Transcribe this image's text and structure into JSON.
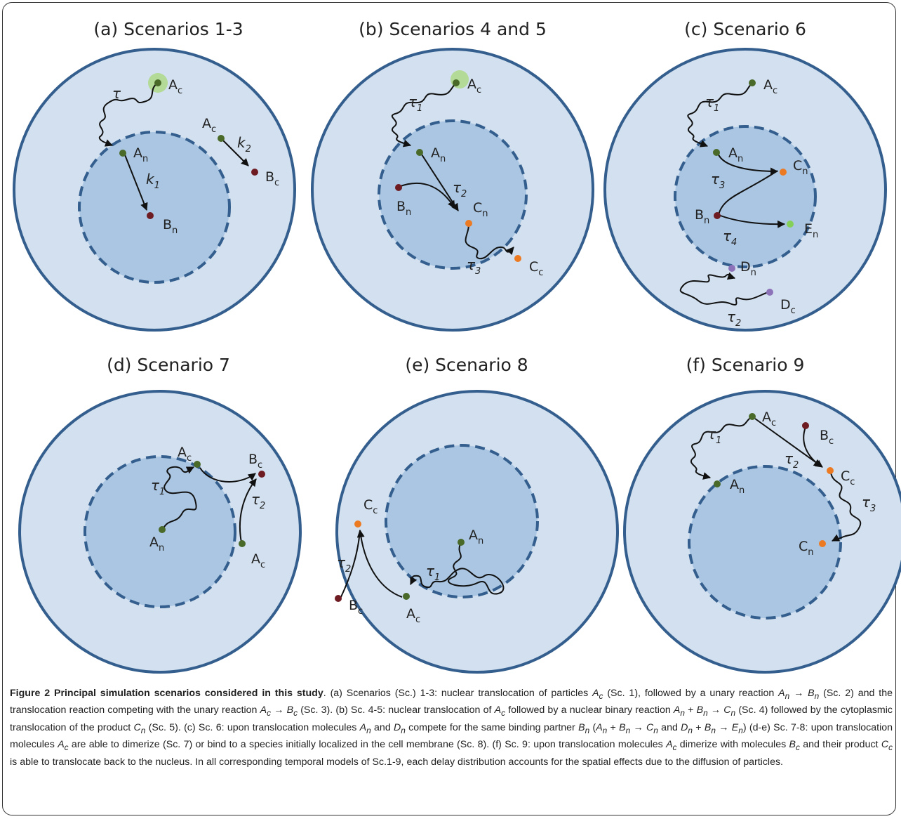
{
  "panels": [
    {
      "title": "(a) Scenarios 1-3"
    },
    {
      "title": "(b) Scenarios 4 and 5"
    },
    {
      "title": "(c) Scenario 6"
    },
    {
      "title": "(d) Scenario 7"
    },
    {
      "title": "(e) Scenario 8"
    },
    {
      "title": "(f) Scenario 9"
    }
  ],
  "labels": {
    "A": "A",
    "B": "B",
    "C": "C",
    "D": "D",
    "E": "E",
    "c": "c",
    "n": "n",
    "tau": "τ",
    "k": "k",
    "s1": "1",
    "s2": "2",
    "s3": "3",
    "s4": "4"
  },
  "colors": {
    "cell": "#d2e0ef",
    "nucleus": "#aac6e2",
    "membrane": "#335e8d",
    "green": "#4a6a2a",
    "maroon": "#6e1c22",
    "orange": "#ec7a22",
    "lightgreen": "#84d058",
    "purple": "#8c72b8"
  },
  "caption": {
    "title": "Figure 2 Principal simulation scenarios considered in this study",
    "t01": ". (a) Scenarios (Sc.) 1-3: nuclear translocation of particles ",
    "t02": " (Sc. 1), followed by a unary reaction ",
    "t03": " → ",
    "t04": " (Sc. 2) and the translocation reaction competing with the unary reaction ",
    "t05": " → ",
    "t06": " (Sc. 3). (b) Sc. 4-5: nuclear translocation of ",
    "t07": " followed by a nuclear binary reaction ",
    "t08": " + ",
    "t09": " → ",
    "t10": " (Sc. 4) followed by the cytoplasmic translocation of the product ",
    "t11": " (Sc. 5). (c) Sc. 6: upon translocation molecules ",
    "t12": " and ",
    "t13": " compete for the same binding partner ",
    "t14": " (",
    "t15": " + ",
    "t16": " → ",
    "t17": " and ",
    "t18": " + ",
    "t19": " → ",
    "t20": ") (d-e) Sc. 7-8: upon translocation molecules ",
    "t21": " are able to dimerize (Sc. 7) or bind to a species initially localized in the cell membrane (Sc. 8). (f) Sc. 9: upon translocation molecules ",
    "t22": " dimerize with molecules ",
    "t23": " and their product ",
    "t24": " is able to translocate back to the nucleus. In all corresponding temporal models of Sc.1-9, each delay distribution accounts for the spatial effects due to the diffusion of particles."
  }
}
